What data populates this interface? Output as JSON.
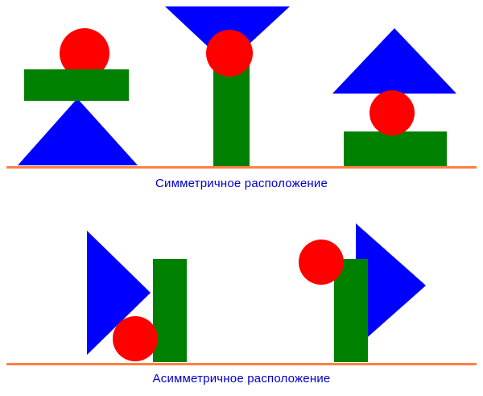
{
  "diagram": {
    "top_section": {
      "caption": "Симметричное расположение",
      "compositions": [
        {
          "name": "symmetric-figure-1",
          "shapes": [
            "red-circle",
            "green-rectangle",
            "blue-triangle-up"
          ]
        },
        {
          "name": "symmetric-figure-2",
          "shapes": [
            "blue-triangle-down",
            "red-circle",
            "green-column"
          ]
        },
        {
          "name": "symmetric-figure-3",
          "shapes": [
            "blue-triangle-up",
            "red-circle",
            "green-rectangle"
          ]
        }
      ]
    },
    "bottom_section": {
      "caption": "Асимметричное расположение",
      "compositions": [
        {
          "name": "asymmetric-figure-1",
          "shapes": [
            "blue-triangle-right",
            "green-column",
            "red-circle"
          ]
        },
        {
          "name": "asymmetric-figure-2",
          "shapes": [
            "red-circle",
            "green-column",
            "blue-triangle-right"
          ]
        }
      ]
    }
  },
  "colors": {
    "blue": "#0000FF",
    "green": "#008000",
    "red": "#FF0000",
    "orange": "#FF8040",
    "caption_blue": "#0000CC"
  }
}
